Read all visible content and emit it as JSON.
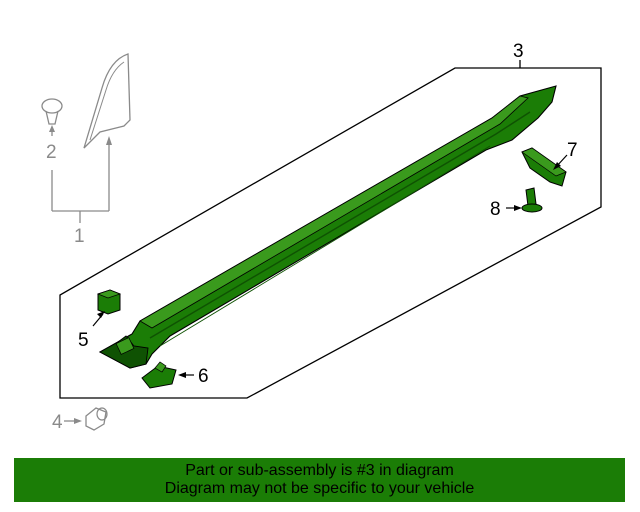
{
  "colors": {
    "part_fill": "#1b7d06",
    "part_dark": "#0f5203",
    "part_light": "#3a9a1d",
    "line": "#000000",
    "other_part": "#8a8a8a",
    "banner_bg": "#1b7d06"
  },
  "callouts": {
    "c1": "1",
    "c2": "2",
    "c3": "3",
    "c4": "4",
    "c5": "5",
    "c6": "6",
    "c7": "7",
    "c8": "8"
  },
  "banner": {
    "line1": "Part or sub-assembly is #3 in diagram",
    "line2": "Diagram may not be specific to your vehicle"
  }
}
